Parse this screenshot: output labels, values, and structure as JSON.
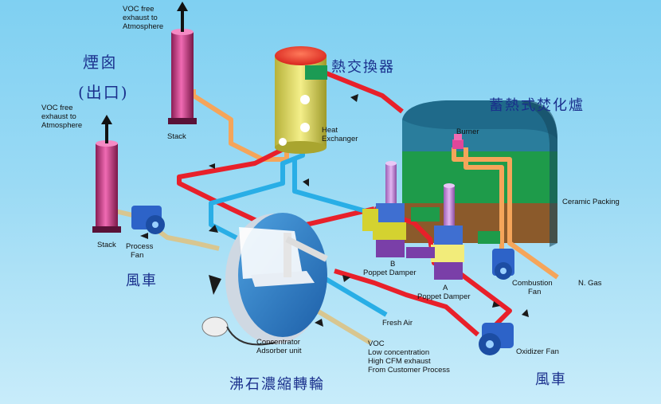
{
  "labels": {
    "voc_free_1": [
      "VOC free",
      "exhaust to",
      "Atmosphere"
    ],
    "voc_free_2": [
      "VOC free",
      "exhaust to",
      "Atmosphere"
    ],
    "stack_1": "Stack",
    "stack_2": "Stack",
    "heat_exchanger": [
      "Heat",
      "Exchanger"
    ],
    "burner": "Burner",
    "ceramic_packing": "Ceramic Packing",
    "process_fan": [
      "Process",
      "Fan"
    ],
    "poppet_b": [
      "B",
      "Poppet Damper"
    ],
    "poppet_a": [
      "A",
      "Poppet Damper"
    ],
    "combustion_fan": [
      "Combustion",
      "Fan"
    ],
    "n_gas": "N. Gas",
    "fresh_air": "Fresh Air",
    "concentrator": [
      "Concentrator",
      "Adsorber unit"
    ],
    "voc_low": [
      "VOC",
      "Low concentration",
      "High CFM exhaust",
      "From Customer Process"
    ],
    "oxidizer_fan": "Oxidizer Fan"
  },
  "cjk": {
    "chimney": "煙囪",
    "outlet": "(出口)",
    "heat_exchanger": "熱交換器",
    "rto": "蓄熱式焚化爐",
    "fan_left": "風車",
    "fan_right": "風車",
    "zeolite": "沸石濃縮轉輪"
  },
  "colors": {
    "background": "#8fd6f3",
    "hot_line": "#e8202a",
    "warm_line": "#f5a55a",
    "cool_line": "#29aee6",
    "voc_line": "#d8c690",
    "stack_pink": "#e0479a",
    "chamber_green": "#1e9b4a",
    "chamber_brown": "#8b5a2b",
    "chamber_top": "#1f6a8a",
    "text_cjk": "#1a2f8c"
  }
}
